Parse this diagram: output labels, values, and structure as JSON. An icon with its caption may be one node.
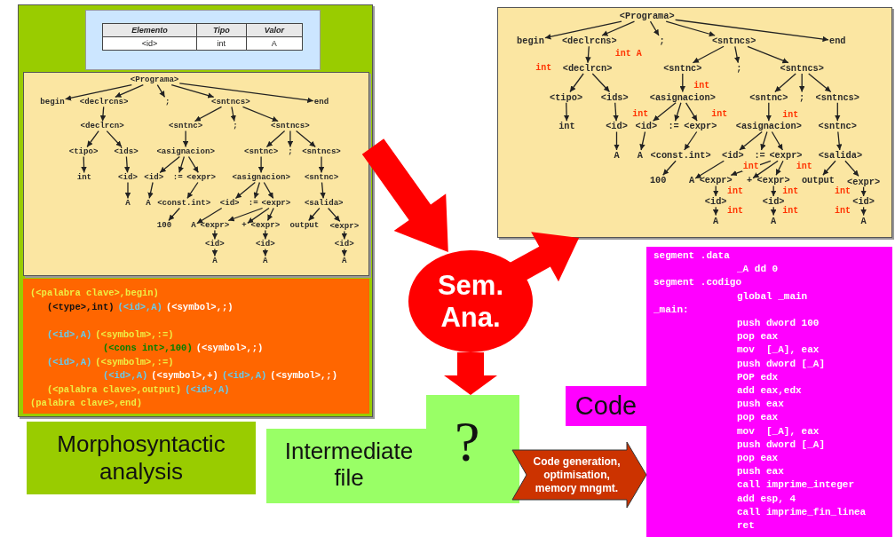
{
  "diagram": {
    "nodes": [
      {
        "text": [],
        "shape": "box"
      },
      {
        "text": [],
        "shape": "box",
        "in": 0
      },
      {
        "text": [
          "<Programa>"
        ],
        "in": 1
      },
      {
        "text": [
          "begin"
        ],
        "in": 1
      },
      {
        "text": [
          "<declrcns>"
        ],
        "in": 1
      },
      {
        "text": [
          ";"
        ],
        "in": 1
      },
      {
        "text": [
          "<sntncs>"
        ],
        "in": 1
      },
      {
        "text": [
          "end"
        ],
        "in": 1
      },
      {
        "text": [
          "<declrcn>"
        ],
        "in": 1
      },
      {
        "text": [
          "<sntnc>"
        ],
        "in": 1
      },
      {
        "text": [
          ";"
        ],
        "in": 1
      },
      {
        "text": [
          "<sntncs>"
        ],
        "in": 1
      },
      {
        "text": [
          "<tipo>"
        ],
        "in": 1
      },
      {
        "text": [
          "<ids>"
        ],
        "in": 1
      },
      {
        "text": [
          "<asignacion>"
        ],
        "in": 1
      },
      {
        "text": [
          "<sntnc>"
        ],
        "in": 1
      },
      {
        "text": [
          ";"
        ],
        "in": 1
      },
      {
        "text": [
          "<sntncs>"
        ],
        "in": 1
      },
      {
        "text": [
          "int"
        ],
        "in": 1
      },
      {
        "text": [
          "<id>"
        ],
        "in": 1
      },
      {
        "text": [
          "<id>"
        ],
        "in": 1
      },
      {
        "text": [
          ":="
        ],
        "in": 1
      },
      {
        "text": [
          "<expr>"
        ],
        "in": 1
      },
      {
        "text": [
          "<asignacion>"
        ],
        "in": 1
      },
      {
        "text": [
          "<sntnc>"
        ],
        "in": 1
      },
      {
        "text": [
          "A"
        ],
        "in": 1
      },
      {
        "text": [
          "A"
        ],
        "in": 1
      },
      {
        "text": [
          "<const.int>"
        ],
        "in": 1
      },
      {
        "text": [
          "<id>"
        ],
        "in": 1
      },
      {
        "text": [
          ":="
        ],
        "in": 1
      },
      {
        "text": [
          "<expr>"
        ],
        "in": 1
      },
      {
        "text": [
          "<salida>"
        ],
        "in": 1
      },
      {
        "text": [
          "100"
        ],
        "in": 1
      },
      {
        "text": [
          "A"
        ],
        "in": 1
      },
      {
        "text": [
          "<expr>"
        ],
        "in": 1
      },
      {
        "text": [
          "+"
        ],
        "in": 1
      },
      {
        "text": [
          "<expr>"
        ],
        "in": 1
      },
      {
        "text": [
          "output"
        ],
        "in": 1
      },
      {
        "text": [
          "<expr>"
        ],
        "in": 1
      },
      {
        "text": [
          "<id>"
        ],
        "in": 1
      },
      {
        "text": [
          "<id>"
        ],
        "in": 1
      },
      {
        "text": [
          "<id>"
        ],
        "in": 1
      },
      {
        "text": [
          "A"
        ],
        "in": 1
      },
      {
        "text": [
          "A"
        ],
        "in": 1
      },
      {
        "text": [
          "A"
        ],
        "in": 1
      },
      {
        "text": [
          "(<palabra clave>,begin)",
          "(<type>,int)",
          "(<id>,A)",
          "(<symbol>,;)",
          "(<id>,A)",
          "(<symbolm>,:=)",
          "(<cons int>,100)",
          "(<symbol>,;)",
          "(<id>,A)",
          "(<symbolm>,:=)",
          "(<id>,A)",
          "(<symbol>,+)",
          "(<id>,A)",
          "(<symbol>,;)",
          "(<palabra clave>,output)",
          "(<id>,A)",
          "(palabra clave>,end)"
        ],
        "in": 0
      },
      {
        "text": [],
        "shape": "box"
      },
      {
        "text": [
          "<Programa>"
        ],
        "in": 46
      },
      {
        "text": [
          "begin"
        ],
        "in": 46
      },
      {
        "text": [
          "<declrcns>"
        ],
        "in": 46
      },
      {
        "text": [
          ";"
        ],
        "in": 46
      },
      {
        "text": [
          "<sntncs>"
        ],
        "in": 46
      },
      {
        "text": [
          "end"
        ],
        "in": 46
      },
      {
        "text": [
          "<declrcn>"
        ],
        "in": 46
      },
      {
        "text": [
          "<sntnc>"
        ],
        "in": 46
      },
      {
        "text": [
          ";"
        ],
        "in": 46
      },
      {
        "text": [
          "<sntncs>"
        ],
        "in": 46
      },
      {
        "text": [
          "<tipo>"
        ],
        "in": 46
      },
      {
        "text": [
          "<ids>"
        ],
        "in": 46
      },
      {
        "text": [
          "<asignacion>"
        ],
        "in": 46
      },
      {
        "text": [
          "<sntnc>"
        ],
        "in": 46
      },
      {
        "text": [
          ";"
        ],
        "in": 46
      },
      {
        "text": [
          "<sntncs>"
        ],
        "in": 46
      },
      {
        "text": [
          "int"
        ],
        "in": 46
      },
      {
        "text": [
          "<id>"
        ],
        "in": 46
      },
      {
        "text": [
          "<id>"
        ],
        "in": 46
      },
      {
        "text": [
          ":="
        ],
        "in": 46
      },
      {
        "text": [
          "<expr>"
        ],
        "in": 46
      },
      {
        "text": [
          "<asignacion>"
        ],
        "in": 46
      },
      {
        "text": [
          "<sntnc>"
        ],
        "in": 46
      },
      {
        "text": [
          "A"
        ],
        "in": 46
      },
      {
        "text": [
          "A"
        ],
        "in": 46
      },
      {
        "text": [
          "<const.int>"
        ],
        "in": 46
      },
      {
        "text": [
          "<id>"
        ],
        "in": 46
      },
      {
        "text": [
          ":="
        ],
        "in": 46
      },
      {
        "text": [
          "<expr>"
        ],
        "in": 46
      },
      {
        "text": [
          "<salida>"
        ],
        "in": 46
      },
      {
        "text": [
          "100"
        ],
        "in": 46
      },
      {
        "text": [
          "A"
        ],
        "in": 46
      },
      {
        "text": [
          "<expr>"
        ],
        "in": 46
      },
      {
        "text": [
          "+"
        ],
        "in": 46
      },
      {
        "text": [
          "<expr>"
        ],
        "in": 46
      },
      {
        "text": [
          "output"
        ],
        "in": 46
      },
      {
        "text": [
          "<expr>"
        ],
        "in": 46
      },
      {
        "text": [
          "<id>"
        ],
        "in": 46
      },
      {
        "text": [
          "<id>"
        ],
        "in": 46
      },
      {
        "text": [
          "<id>"
        ],
        "in": 46
      },
      {
        "text": [
          "A"
        ],
        "in": 46
      },
      {
        "text": [
          "A"
        ],
        "in": 46
      },
      {
        "text": [
          "A"
        ],
        "in": 46
      },
      {
        "text": [
          "Sem. Ana."
        ]
      },
      {
        "text": [
          "Morphosyntactic analysis"
        ]
      },
      {
        "text": [
          "Intermediate file",
          "?"
        ]
      },
      {
        "text": [
          "Code"
        ]
      },
      {
        "text": [
          "segment .data",
          "_A dd 0",
          "segment .codigo",
          "global _main",
          "_main:",
          "push dword 100",
          "pop eax",
          "mov  [_A], eax",
          "push dword [_A]",
          "POP edx",
          "add eax,edx",
          "push eax",
          "pop eax",
          "mov  [_A], eax",
          "push dword [_A]",
          "pop eax",
          "push eax",
          "call imprime_integer",
          "add esp, 4",
          "call imprime_fin_linea",
          "ret"
        ]
      }
    ],
    "edges": [
      {
        "from": 2,
        "to": 3,
        "arrow": "to"
      },
      {
        "from": 2,
        "to": 4,
        "arrow": "to"
      },
      {
        "from": 2,
        "to": 5,
        "arrow": "to"
      },
      {
        "from": 2,
        "to": 6,
        "arrow": "to"
      },
      {
        "from": 2,
        "to": 7,
        "arrow": "to"
      },
      {
        "from": 4,
        "to": 8,
        "arrow": "to"
      },
      {
        "from": 6,
        "to": 9,
        "arrow": "to"
      },
      {
        "from": 6,
        "to": 10,
        "arrow": "to"
      },
      {
        "from": 6,
        "to": 11,
        "arrow": "to"
      },
      {
        "from": 8,
        "to": 12,
        "arrow": "to"
      },
      {
        "from": 8,
        "to": 13,
        "arrow": "to"
      },
      {
        "from": 9,
        "to": 14,
        "arrow": "to"
      },
      {
        "from": 11,
        "to": 15,
        "arrow": "to"
      },
      {
        "from": 11,
        "to": 16,
        "arrow": "to"
      },
      {
        "from": 11,
        "to": 17,
        "arrow": "to"
      },
      {
        "from": 12,
        "to": 18,
        "arrow": "to"
      },
      {
        "from": 13,
        "to": 19,
        "arrow": "to"
      },
      {
        "from": 14,
        "to": 20,
        "arrow": "to"
      },
      {
        "from": 14,
        "to": 21,
        "arrow": "to"
      },
      {
        "from": 14,
        "to": 22,
        "arrow": "to"
      },
      {
        "from": 15,
        "to": 23,
        "arrow": "to"
      },
      {
        "from": 17,
        "to": 24,
        "arrow": "to"
      },
      {
        "from": 19,
        "to": 25,
        "arrow": "to"
      },
      {
        "from": 20,
        "to": 26,
        "arrow": "to"
      },
      {
        "from": 22,
        "to": 27,
        "arrow": "to"
      },
      {
        "from": 23,
        "to": 28,
        "arrow": "to"
      },
      {
        "from": 23,
        "to": 29,
        "arrow": "to"
      },
      {
        "from": 23,
        "to": 30,
        "arrow": "to"
      },
      {
        "from": 24,
        "to": 31,
        "arrow": "to"
      },
      {
        "from": 27,
        "to": 32,
        "arrow": "to"
      },
      {
        "from": 28,
        "to": 33,
        "arrow": "to"
      },
      {
        "from": 30,
        "to": 34,
        "arrow": "to"
      },
      {
        "from": 30,
        "to": 35,
        "arrow": "to"
      },
      {
        "from": 30,
        "to": 36,
        "arrow": "to"
      },
      {
        "from": 31,
        "to": 37,
        "arrow": "to"
      },
      {
        "from": 31,
        "to": 38,
        "arrow": "to"
      },
      {
        "from": 34,
        "to": 39,
        "arrow": "to"
      },
      {
        "from": 36,
        "to": 40,
        "arrow": "to"
      },
      {
        "from": 38,
        "to": 41,
        "arrow": "to"
      },
      {
        "from": 39,
        "to": 42,
        "arrow": "to"
      },
      {
        "from": 40,
        "to": 43,
        "arrow": "to"
      },
      {
        "from": 41,
        "to": 44,
        "arrow": "to"
      },
      {
        "from": 47,
        "to": 48,
        "arrow": "to"
      },
      {
        "from": 47,
        "to": 49,
        "arrow": "to"
      },
      {
        "from": 47,
        "to": 50,
        "arrow": "to"
      },
      {
        "from": 47,
        "to": 51,
        "arrow": "to"
      },
      {
        "from": 47,
        "to": 52,
        "arrow": "to"
      },
      {
        "from": 49,
        "to": 53,
        "arrow": "to"
      },
      {
        "from": 51,
        "to": 54,
        "arrow": "to"
      },
      {
        "from": 51,
        "to": 55,
        "arrow": "to"
      },
      {
        "from": 51,
        "to": 56,
        "arrow": "to"
      },
      {
        "from": 53,
        "to": 57,
        "arrow": "to"
      },
      {
        "from": 53,
        "to": 58,
        "arrow": "to"
      },
      {
        "from": 54,
        "to": 59,
        "arrow": "to"
      },
      {
        "from": 56,
        "to": 60,
        "arrow": "to"
      },
      {
        "from": 56,
        "to": 61,
        "arrow": "to"
      },
      {
        "from": 56,
        "to": 62,
        "arrow": "to"
      },
      {
        "from": 57,
        "to": 63,
        "arrow": "to"
      },
      {
        "from": 58,
        "to": 64,
        "arrow": "to"
      },
      {
        "from": 59,
        "to": 65,
        "arrow": "to"
      },
      {
        "from": 59,
        "to": 66,
        "arrow": "to"
      },
      {
        "from": 59,
        "to": 67,
        "arrow": "to"
      },
      {
        "from": 60,
        "to": 68,
        "arrow": "to"
      },
      {
        "from": 62,
        "to": 69,
        "arrow": "to"
      },
      {
        "from": 64,
        "to": 70,
        "arrow": "to"
      },
      {
        "from": 65,
        "to": 71,
        "arrow": "to"
      },
      {
        "from": 67,
        "to": 72,
        "arrow": "to"
      },
      {
        "from": 68,
        "to": 73,
        "arrow": "to"
      },
      {
        "from": 68,
        "to": 74,
        "arrow": "to"
      },
      {
        "from": 68,
        "to": 75,
        "arrow": "to"
      },
      {
        "from": 69,
        "to": 76,
        "arrow": "to"
      },
      {
        "from": 72,
        "to": 77,
        "arrow": "to"
      },
      {
        "from": 73,
        "to": 78,
        "arrow": "to"
      },
      {
        "from": 75,
        "to": 79,
        "arrow": "to"
      },
      {
        "from": 75,
        "to": 80,
        "arrow": "to"
      },
      {
        "from": 75,
        "to": 81,
        "arrow": "to"
      },
      {
        "from": 76,
        "to": 82,
        "arrow": "to"
      },
      {
        "from": 76,
        "to": 83,
        "arrow": "to"
      },
      {
        "from": 79,
        "to": 84,
        "arrow": "to"
      },
      {
        "from": 81,
        "to": 85,
        "arrow": "to"
      },
      {
        "from": 83,
        "to": 86,
        "arrow": "to"
      },
      {
        "from": 84,
        "to": 87,
        "arrow": "to"
      },
      {
        "from": 85,
        "to": 88,
        "arrow": "to"
      },
      {
        "from": 86,
        "to": 89,
        "arrow": "to"
      },
      {
        "from": 0,
        "to": 90,
        "arrow": "to",
        "style": "thick",
        "color": "#ff0000"
      },
      {
        "from": 90,
        "to": 46,
        "arrow": "to",
        "style": "thick",
        "color": "#ff0000"
      },
      {
        "from": 90,
        "to": 92,
        "arrow": "to",
        "style": "thick",
        "color": "#ff0000"
      },
      {
        "from": 92,
        "to": 94,
        "arrow": "to",
        "style": "thick",
        "color": "#cc3300",
        "label": "Code generation, optimisation, memory mngmt."
      }
    ],
    "labels": [
      "Elemento",
      "Tipo",
      "Valor",
      "<id>",
      "int",
      "A",
      "int A",
      "int",
      "int",
      "int",
      "int",
      "int",
      "int",
      "int",
      "int",
      "int",
      "int",
      "int",
      "int",
      "int"
    ]
  }
}
